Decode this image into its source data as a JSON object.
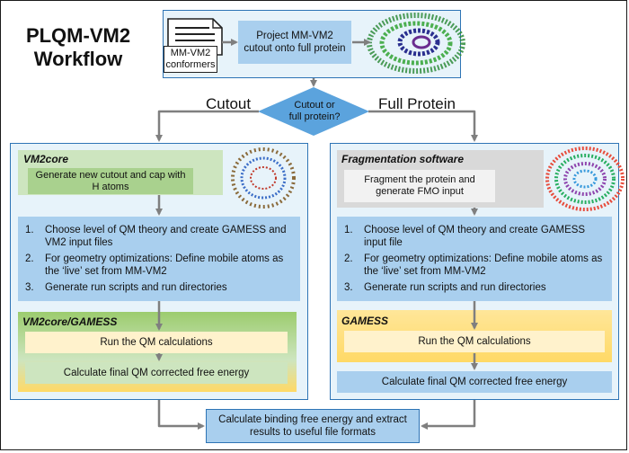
{
  "title_line1": "PLQM-VM2",
  "title_line2": "Workflow",
  "top": {
    "doc_label_line1": "MM-VM2",
    "doc_label_line2": "conformers",
    "project_text": "Project MM-VM2 cutout onto full protein"
  },
  "decision_text": "Cutout or full protein?",
  "branch_left": "Cutout",
  "branch_right": "Full Protein",
  "left": {
    "header": "VM2core",
    "cap_text": "Generate new cutout and cap with H atoms",
    "steps": [
      {
        "num": "1.",
        "text": "Choose level of QM theory and create GAMESS and VM2 input files"
      },
      {
        "num": "2.",
        "text": "For geometry optimizations: Define mobile atoms as the ‘live’ set from MM-VM2"
      },
      {
        "num": "3.",
        "text": "Generate run scripts and run directories"
      }
    ],
    "sub_header": "VM2core/GAMESS",
    "run_text": "Run the QM calculations",
    "calc_text": "Calculate final QM corrected free energy"
  },
  "right": {
    "header": "Fragmentation software",
    "frag_text": "Fragment the protein and generate FMO input",
    "steps": [
      {
        "num": "1.",
        "text": "Choose level of QM theory and create GAMESS input file"
      },
      {
        "num": "2.",
        "text": "For geometry optimizations: Define mobile atoms as the ‘live’ set from MM-VM2"
      },
      {
        "num": "3.",
        "text": "Generate run scripts and run directories"
      }
    ],
    "sub_header": "GAMESS",
    "run_text": "Run the QM calculations",
    "calc_text": "Calculate final QM corrected free energy"
  },
  "final_text": "Calculate binding free energy and extract results to useful file formats",
  "colors": {
    "panel_bg": "#e7f3fa",
    "panel_border": "#2e74b5",
    "blue_box": "#a9cfee",
    "green_outer": "#cde5bf",
    "green_inner": "#a9d18e",
    "green_band": "#9ccc6e",
    "gray_outer": "#d9d9d9",
    "gold_band": "#ffd966",
    "cream": "#fff2cc",
    "arrow": "#7f7f7f",
    "diamond": "#5ba3dd"
  }
}
